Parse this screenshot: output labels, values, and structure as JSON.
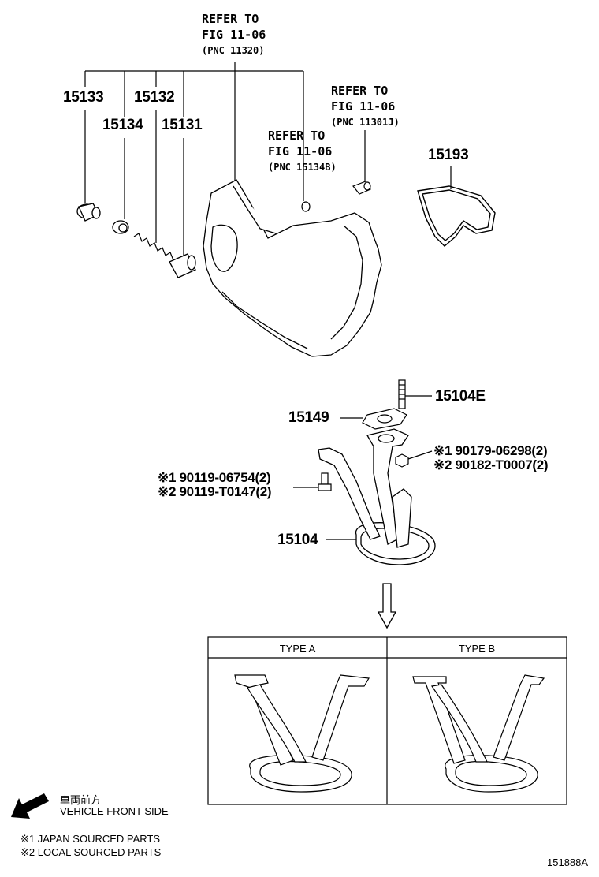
{
  "refs": [
    {
      "line1": "REFER TO",
      "line2": "FIG 11-06",
      "line3": "(PNC 11320)"
    },
    {
      "line1": "REFER TO",
      "line2": "FIG 11-06",
      "line3": "(PNC 11301J)"
    },
    {
      "line1": "REFER TO",
      "line2": "FIG 11-06",
      "line3": "(PNC 15134B)"
    }
  ],
  "parts": {
    "p15133": "15133",
    "p15132": "15132",
    "p15134": "15134",
    "p15131": "15131",
    "p15193": "15193",
    "p15104E": "15104E",
    "p15149": "15149",
    "p15104": "15104",
    "nut_jp": "※1 90179-06298(2)",
    "nut_local": "※2 90182-T0007(2)",
    "bolt_jp": "※1 90119-06754(2)",
    "bolt_local": "※2 90119-T0147(2)"
  },
  "types": {
    "a": "TYPE A",
    "b": "TYPE B"
  },
  "legend": {
    "front_jp": "車両前方",
    "front_en": "VEHICLE FRONT SIDE",
    "note1": "※1 JAPAN SOURCED PARTS",
    "note2": "※2 LOCAL SOURCED PARTS"
  },
  "figure_id": "151888A"
}
